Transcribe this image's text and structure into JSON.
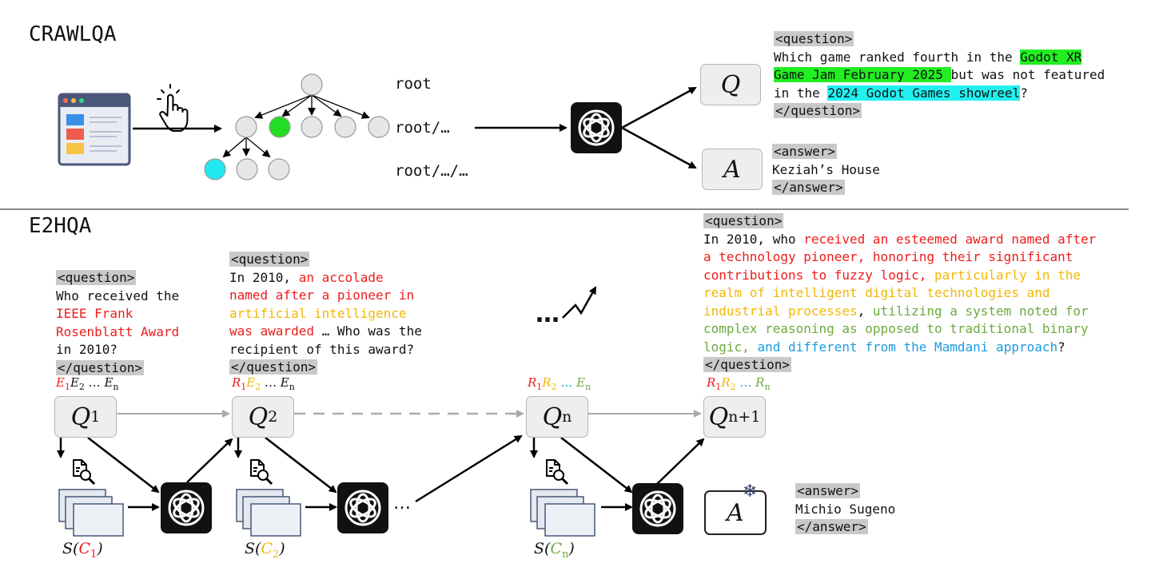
{
  "crawl": {
    "title": "CRAWLQA",
    "paths": [
      "root",
      "root/…",
      "root/…/…"
    ],
    "q_label": "Q",
    "a_label": "A",
    "question": {
      "open": "<question>",
      "l1a": "Which game ranked fourth in the ",
      "l1b": "Godot XR ",
      "l2a": "Game Jam February 2025 ",
      "l2b": "but was not featured",
      "l3a": "in the ",
      "l3b": "2024 Godot Games showreel",
      "l3c": "?",
      "close": "</question>"
    },
    "answer": {
      "open": "<answer>",
      "text": "Keziah’s House",
      "close": "</answer>"
    },
    "colors": {
      "green_node": "#22dd22",
      "cyan_node": "#22e8f0",
      "highlight_green": "#22ee22",
      "highlight_cyan": "#22f0f0"
    }
  },
  "e2h": {
    "title": "E2HQA",
    "q1": {
      "open": "<question>",
      "l1": "Who received the",
      "l2": "IEEE Frank",
      "l3": "Rosenblatt Award",
      "l4": "in 2010?",
      "close": "</question>"
    },
    "q2": {
      "open": "<question>",
      "l1a": "In 2010, ",
      "l1b": "an accolade",
      "l2": "named after a pioneer in",
      "l3": "artificial intelligence",
      "l4a": "was awarded",
      "l4b": " … Who was the",
      "l5": "recipient of this award?",
      "close": "</question>"
    },
    "qn1": {
      "open": "<question>",
      "l1a": "In 2010, who ",
      "l1b": "received an esteemed award named after",
      "l2": "a technology pioneer, honoring their significant",
      "l3a": "contributions to fuzzy logic,",
      "l3b": " particularly in the",
      "l4": "realm of intelligent digital technologies and",
      "l5a": "industrial processes",
      "l5b": ", ",
      "l5c": "utilizing a system noted for",
      "l6": "complex reasoning as opposed to traditional binary",
      "l7a": "logic,",
      "l7b": " ",
      "l7c": "and different from the Mamdani approach",
      "l7d": "?",
      "close": "</question>"
    },
    "answer": {
      "open": "<answer>",
      "text": "Michio Sugeno",
      "close": "</answer>"
    },
    "nodes": {
      "q1": {
        "label": "Q",
        "sub": "1"
      },
      "q2": {
        "label": "Q",
        "sub": "2"
      },
      "qn": {
        "label": "Q",
        "sub": "n"
      },
      "qn1": {
        "label": "Q",
        "sub": "n+1"
      }
    },
    "seq": {
      "s1": {
        "a": "E",
        "an": "1",
        "b": "E",
        "bn": "2",
        "dots": " … ",
        "c": "E",
        "cn": "n"
      },
      "s2": {
        "a": "R",
        "an": "1",
        "b": "E",
        "bn": "2",
        "dots": " … ",
        "c": "E",
        "cn": "n"
      },
      "sn": {
        "a": "R",
        "an": "1",
        "b": "R",
        "bn": "2",
        "dots": " … ",
        "c": "E",
        "cn": "n"
      },
      "sn1": {
        "a": "R",
        "an": "1",
        "b": "R",
        "bn": "2",
        "dots": " … ",
        "c": "R",
        "cn": "n"
      }
    },
    "s_labels": {
      "c1": {
        "pre": "S(",
        "c": "C",
        "n": "1",
        "post": ")"
      },
      "c2": {
        "pre": "S(",
        "c": "C",
        "n": "2",
        "post": ")"
      },
      "cn": {
        "pre": "S(",
        "c": "C",
        "n": "n",
        "post": ")"
      }
    },
    "dots_mid": "…",
    "dots_big": "…",
    "a_label": "A",
    "snowflake": "❄",
    "colors": {
      "red": "#ee1c1c",
      "yellow": "#f2b705",
      "green": "#6bab3f",
      "blue": "#1a9be0"
    }
  }
}
